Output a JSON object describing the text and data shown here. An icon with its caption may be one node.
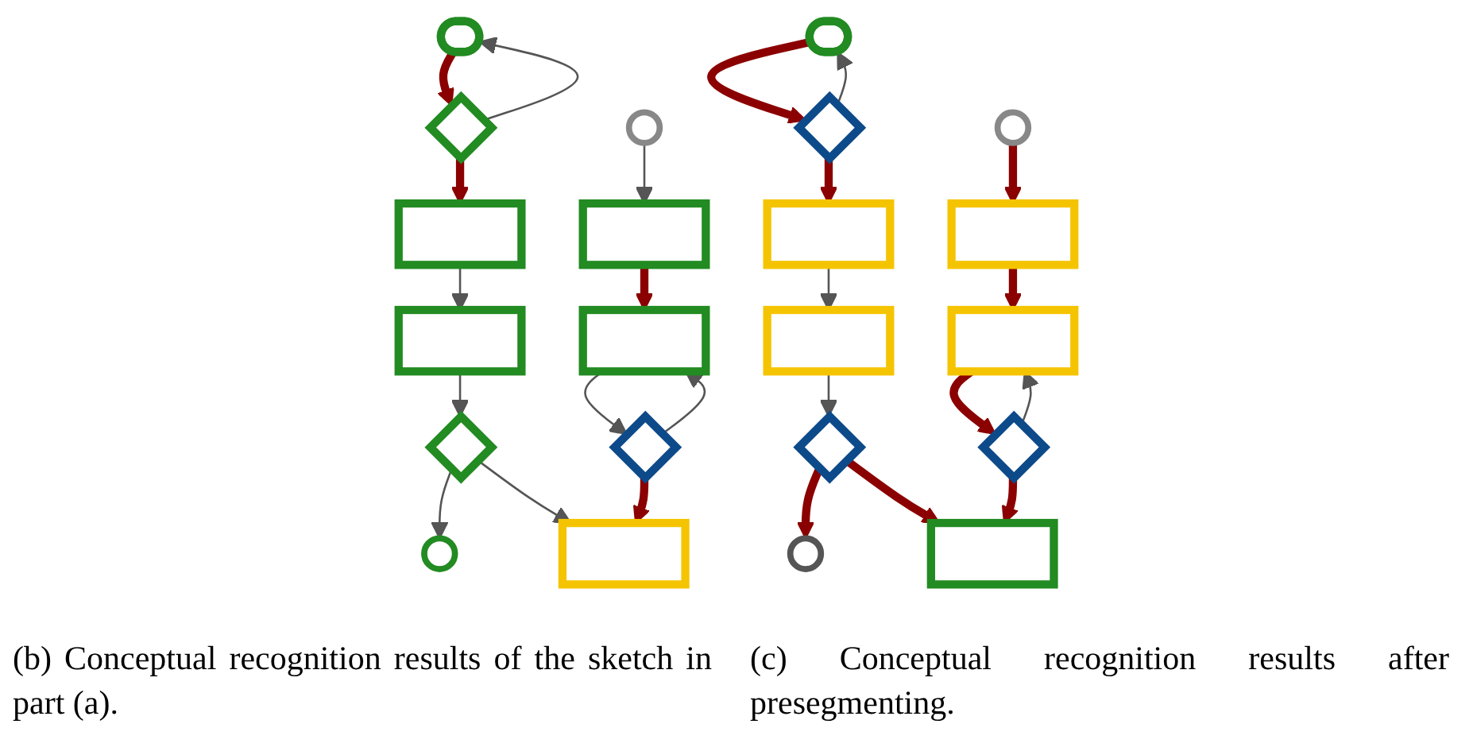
{
  "diagram": {
    "nodes": [
      {
        "text": [],
        "shape": "ellipse"
      },
      {
        "text": [],
        "shape": "diamond"
      },
      {
        "text": [],
        "shape": "box"
      },
      {
        "text": [],
        "shape": "box"
      },
      {
        "text": [],
        "shape": "diamond"
      },
      {
        "text": [],
        "shape": "circle"
      },
      {
        "text": [],
        "shape": "circle"
      },
      {
        "text": [],
        "shape": "box"
      },
      {
        "text": [],
        "shape": "box"
      },
      {
        "text": [],
        "shape": "diamond"
      },
      {
        "text": [],
        "shape": "box"
      },
      {
        "text": [],
        "shape": "ellipse"
      },
      {
        "text": [],
        "shape": "diamond"
      },
      {
        "text": [],
        "shape": "box"
      },
      {
        "text": [],
        "shape": "box"
      },
      {
        "text": [],
        "shape": "diamond"
      },
      {
        "text": [],
        "shape": "circle"
      },
      {
        "text": [],
        "shape": "circle"
      },
      {
        "text": [],
        "shape": "box"
      },
      {
        "text": [],
        "shape": "box"
      },
      {
        "text": [],
        "shape": "diamond"
      },
      {
        "text": [],
        "shape": "box"
      }
    ],
    "edges": [
      {
        "from": 0,
        "to": 1,
        "arrow": "to",
        "style": "thick",
        "color": "#8b0000"
      },
      {
        "from": 1,
        "to": 0,
        "arrow": "to"
      },
      {
        "from": 1,
        "to": 2,
        "arrow": "to",
        "style": "thick",
        "color": "#8b0000"
      },
      {
        "from": 2,
        "to": 3,
        "arrow": "to"
      },
      {
        "from": 3,
        "to": 4,
        "arrow": "to"
      },
      {
        "from": 4,
        "to": 5,
        "arrow": "to"
      },
      {
        "from": 4,
        "to": 10,
        "arrow": "to"
      },
      {
        "from": 6,
        "to": 7,
        "arrow": "to"
      },
      {
        "from": 7,
        "to": 8,
        "arrow": "to",
        "style": "thick",
        "color": "#8b0000"
      },
      {
        "from": 8,
        "to": 9,
        "arrow": "to"
      },
      {
        "from": 9,
        "to": 8,
        "arrow": "to"
      },
      {
        "from": 9,
        "to": 10,
        "arrow": "to",
        "style": "thick",
        "color": "#8b0000"
      },
      {
        "from": 11,
        "to": 12,
        "arrow": "to",
        "style": "thick",
        "color": "#8b0000"
      },
      {
        "from": 12,
        "to": 11,
        "arrow": "to"
      },
      {
        "from": 12,
        "to": 13,
        "arrow": "to",
        "style": "thick",
        "color": "#8b0000"
      },
      {
        "from": 13,
        "to": 14,
        "arrow": "to"
      },
      {
        "from": 14,
        "to": 15,
        "arrow": "to"
      },
      {
        "from": 15,
        "to": 16,
        "arrow": "to",
        "style": "thick",
        "color": "#8b0000"
      },
      {
        "from": 15,
        "to": 21,
        "arrow": "to",
        "style": "thick",
        "color": "#8b0000"
      },
      {
        "from": 17,
        "to": 18,
        "arrow": "to",
        "style": "thick",
        "color": "#8b0000"
      },
      {
        "from": 18,
        "to": 19,
        "arrow": "to",
        "style": "thick",
        "color": "#8b0000"
      },
      {
        "from": 19,
        "to": 20,
        "arrow": "to",
        "style": "thick",
        "color": "#8b0000"
      },
      {
        "from": 20,
        "to": 19,
        "arrow": "to"
      },
      {
        "from": 20,
        "to": 21,
        "arrow": "to",
        "style": "thick",
        "color": "#8b0000"
      }
    ],
    "labels": [
      "(b) Conceptual recognition results of the sketch in part (a).",
      "(c) Conceptual recognition results after presegmenting."
    ]
  }
}
